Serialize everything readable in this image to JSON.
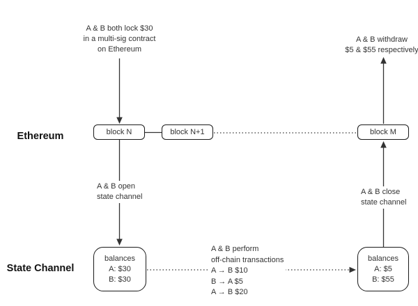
{
  "diagram": {
    "lanes": {
      "ethereum": "Ethereum",
      "state_channel": "State Channel"
    },
    "blocks": {
      "n": "block N",
      "n1": "block N+1",
      "m": "block M"
    },
    "balances_open": {
      "title": "balances",
      "a": "A: $30",
      "b": "B: $30"
    },
    "balances_close": {
      "title": "balances",
      "a": "A: $5",
      "b": "B: $55"
    },
    "annotations": {
      "lock": [
        "A & B both lock $30",
        "in a multi-sig contract",
        "on Ethereum"
      ],
      "withdraw": [
        "A & B withdraw",
        "$5 & $55 respectively"
      ],
      "open": [
        "A & B open",
        "state channel"
      ],
      "close": [
        "A & B close",
        "state channel"
      ],
      "offchain": [
        "A & B perform",
        "off-chain transactions",
        "A → B $10",
        "B → A $5",
        "A → B $20"
      ]
    },
    "colors": {
      "line": "#333333",
      "box_border": "#1a1a1a",
      "text": "#333333",
      "label": "#111111",
      "background": "#ffffff"
    }
  }
}
